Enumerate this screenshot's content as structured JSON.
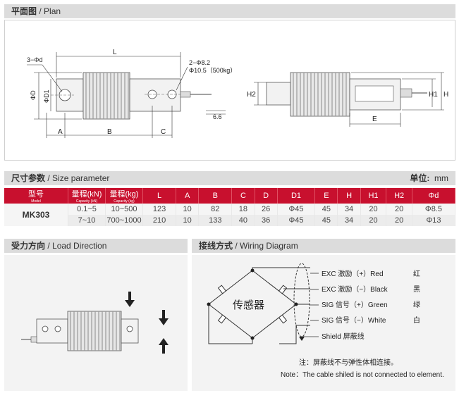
{
  "plan": {
    "title_cn": "平面图",
    "title_en": "Plan"
  },
  "dims": {
    "L": "L",
    "d3": "3−Φd",
    "phi_82": "2−Φ8.2",
    "phi_105": "Φ10.5（500kg）",
    "phiD": "ΦD",
    "phiD1": "ΦD1",
    "A": "A",
    "B": "B",
    "C": "C",
    "v66": "6.6",
    "H2": "H2",
    "H1": "H1",
    "H": "H",
    "E": "E"
  },
  "size": {
    "title_cn": "尺寸参数",
    "title_en": "Size parameter",
    "unit_cn": "单位:",
    "unit_en": "mm"
  },
  "table": {
    "headers": {
      "model": "型号",
      "model_sub": "Model",
      "cap_kn": "量程(kN)",
      "cap_kn_sub": "Capacity (kN)",
      "cap_kg": "量程(kg)",
      "cap_kg_sub": "Capacity (kg)",
      "L": "L",
      "A": "A",
      "B": "B",
      "C": "C",
      "D": "D",
      "D1": "D1",
      "E": "E",
      "H": "H",
      "H1": "H1",
      "H2": "H2",
      "d": "Φd"
    },
    "model": "MK303",
    "rows": [
      {
        "kn": "0.1~5",
        "kg": "10~500",
        "L": "123",
        "A": "10",
        "B": "82",
        "C": "18",
        "D": "26",
        "D1": "Φ45",
        "E": "45",
        "H": "34",
        "H1": "20",
        "H2": "20",
        "d": "Φ8.5"
      },
      {
        "kn": "7~10",
        "kg": "700~1000",
        "L": "210",
        "A": "10",
        "B": "133",
        "C": "40",
        "D": "36",
        "D1": "Φ45",
        "E": "45",
        "H": "34",
        "H1": "20",
        "H2": "20",
        "d": "Φ13"
      }
    ]
  },
  "load": {
    "title_cn": "受力方向",
    "title_en": "Load Direction"
  },
  "wiring": {
    "title_cn": "接线方式",
    "title_en": "Wiring Diagram",
    "sensor": "传感器",
    "lines": [
      {
        "en": "EXC 激励（+）Red",
        "cn": "红"
      },
      {
        "en": "EXC 激励（−）Black",
        "cn": "黑"
      },
      {
        "en": "SIG 信号（+）Green",
        "cn": "绿"
      },
      {
        "en": "SIG 信号（−）White",
        "cn": "白"
      }
    ],
    "shield": "Shield  屏蔽线",
    "note_cn": "注：屏蔽线不与弹性体相连接。",
    "note_en": "Note：The cable shiled is not connected to element."
  }
}
